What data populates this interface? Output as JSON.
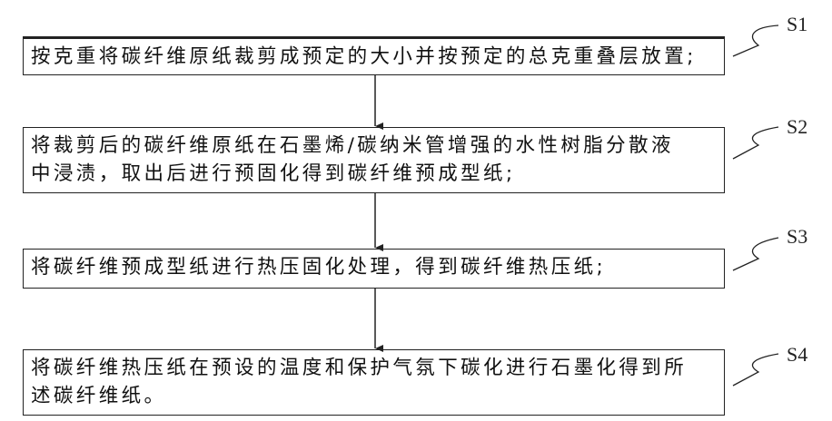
{
  "steps": [
    {
      "label": "S1",
      "lines": [
        "按克重将碳纤维原纸裁剪成预定的大小并按预定的总克重叠层放置;"
      ]
    },
    {
      "label": "S2",
      "lines": [
        "将裁剪后的碳纤维原纸在石墨烯/碳纳米管增强的水性树脂分散液",
        "中浸渍，取出后进行预固化得到碳纤维预成型纸;"
      ]
    },
    {
      "label": "S3",
      "lines": [
        "将碳纤维预成型纸进行热压固化处理，得到碳纤维热压纸;"
      ]
    },
    {
      "label": "S4",
      "lines": [
        "将碳纤维热压纸在预设的温度和保护气氛下碳化进行石墨化得到所",
        "述碳纤维纸。"
      ]
    }
  ]
}
